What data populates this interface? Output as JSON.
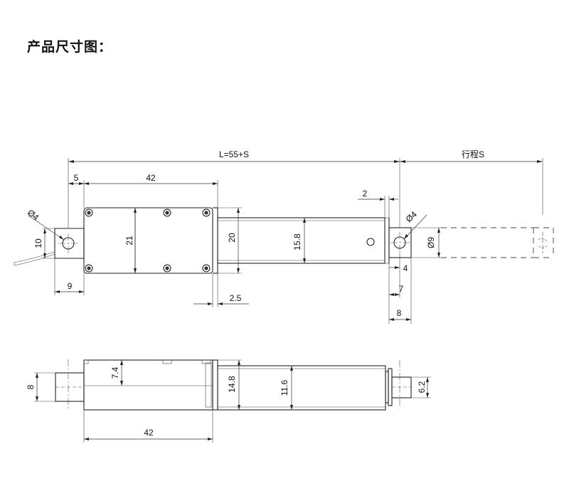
{
  "title": "产品尺寸图：",
  "top_view": {
    "overall_length": "L=55+S",
    "stroke": "行程S",
    "offset_5": "5",
    "body_length_42": "42",
    "gap_2": "2",
    "hole_dia_left": "Ø4",
    "hole_dia_right": "Ø4",
    "bracket_height_10": "10",
    "body_height_21": "21",
    "tube_height_20": "20",
    "rod_height_15_8": "15.8",
    "rod_end_dia_9": "Ø9",
    "bracket_width_9": "9",
    "step_2_5": "2.5",
    "rod_end_4": "4",
    "rod_end_7": "7",
    "rod_end_8": "8"
  },
  "side_view": {
    "bracket_height_8": "8",
    "body_half_7_4": "7.4",
    "body_height_14_8": "14.8",
    "rod_dia_11_6": "11.6",
    "end_height_6_2": "6.2",
    "body_length_42": "42"
  }
}
